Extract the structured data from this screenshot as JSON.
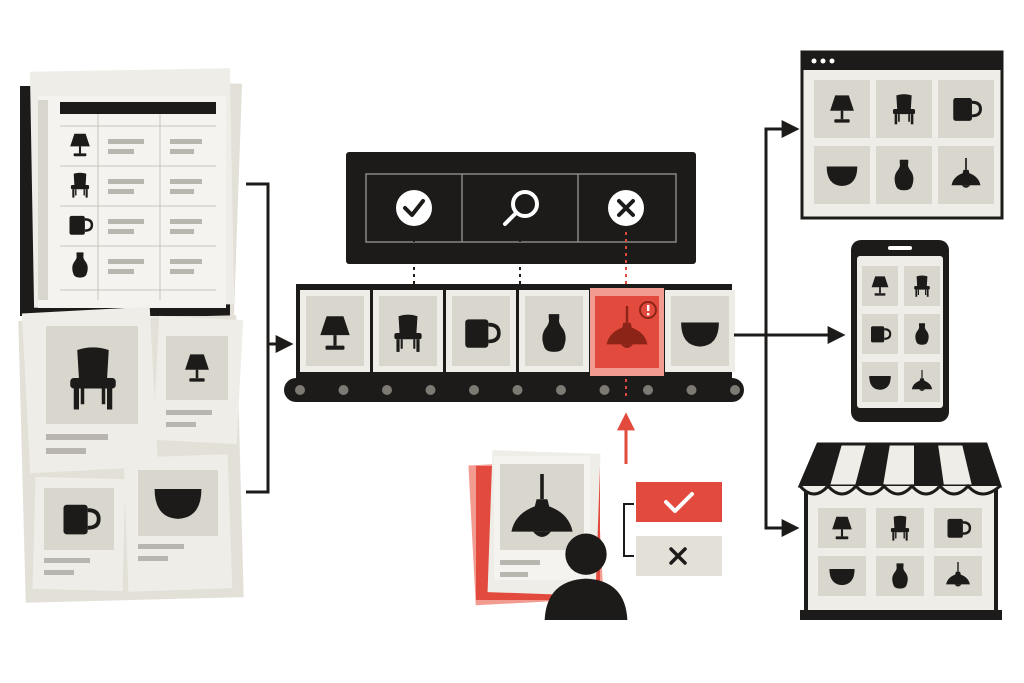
{
  "colors": {
    "ink": "#1d1b1a",
    "paper": "#efede7",
    "paper_dark": "#e3e0d8",
    "tile": "#d9d6ce",
    "bar": "#b9b6af",
    "accent": "#e24a3d",
    "accent_dark": "#8c2418",
    "accent_soft": "#f29b91"
  },
  "diagram": {
    "sources": {
      "spreadsheet": {
        "rows": [
          {
            "icon": "lamp-icon"
          },
          {
            "icon": "chair-icon"
          },
          {
            "icon": "mug-icon"
          },
          {
            "icon": "vase-icon"
          }
        ]
      },
      "product_cards": [
        {
          "icon": "chair-icon"
        },
        {
          "icon": "lamp-icon"
        },
        {
          "icon": "mug-icon"
        },
        {
          "icon": "bowl-icon"
        }
      ]
    },
    "validation_panel": {
      "checks": [
        {
          "icon": "check-circle-icon",
          "meaning": "approve"
        },
        {
          "icon": "magnifier-icon",
          "meaning": "inspect"
        },
        {
          "icon": "x-circle-icon",
          "meaning": "reject"
        }
      ]
    },
    "conveyor": {
      "items": [
        {
          "icon": "lamp-icon",
          "flagged": false
        },
        {
          "icon": "chair-icon",
          "flagged": false
        },
        {
          "icon": "mug-icon",
          "flagged": false
        },
        {
          "icon": "vase-icon",
          "flagged": false
        },
        {
          "icon": "pendant-lamp-icon",
          "flagged": true
        },
        {
          "icon": "bowl-icon",
          "flagged": false
        }
      ],
      "flag_icon": "exclamation-badge-icon"
    },
    "review": {
      "reviewer_icon": "person-icon",
      "document_icon": "pendant-lamp-icon",
      "options": [
        {
          "icon": "check-icon",
          "selected": true
        },
        {
          "icon": "x-icon",
          "selected": false
        }
      ]
    },
    "outputs": [
      {
        "channel": "web-browser",
        "icons": [
          "lamp-icon",
          "chair-icon",
          "mug-icon",
          "bowl-icon",
          "vase-icon",
          "pendant-lamp-icon"
        ]
      },
      {
        "channel": "mobile-phone",
        "icons": [
          "lamp-icon",
          "chair-icon",
          "mug-icon",
          "vase-icon",
          "bowl-icon",
          "pendant-lamp-icon"
        ]
      },
      {
        "channel": "retail-store",
        "icons": [
          "lamp-icon",
          "chair-icon",
          "mug-icon",
          "bowl-icon",
          "vase-icon",
          "pendant-lamp-icon"
        ]
      }
    ]
  }
}
